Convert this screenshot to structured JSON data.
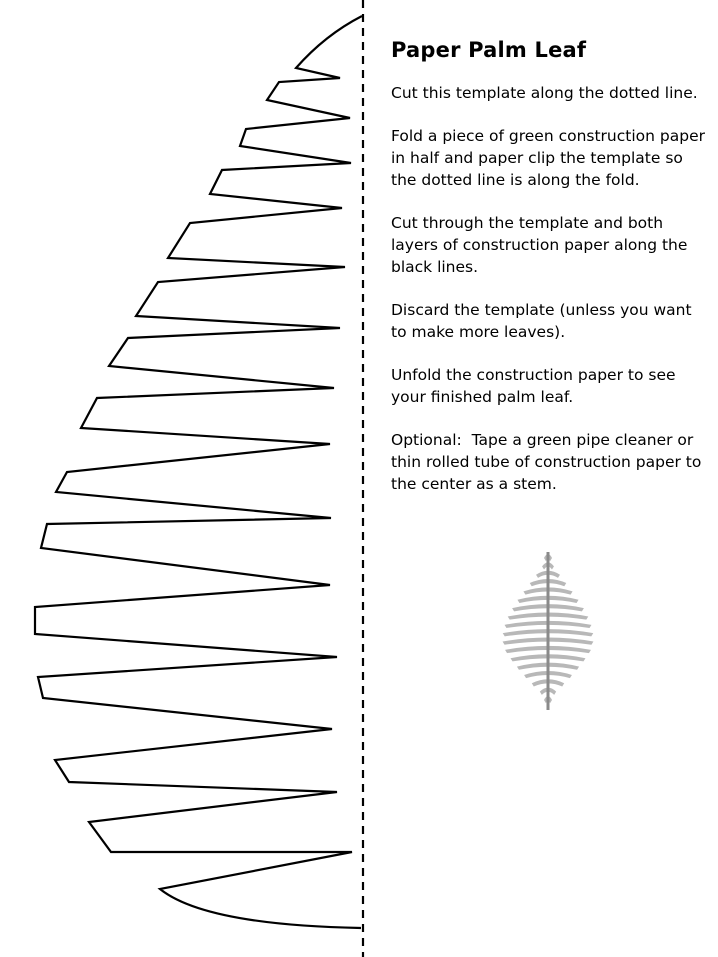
{
  "title": "Paper Palm Leaf",
  "steps": [
    "Cut this template along the dotted line.",
    "Fold a piece of green construction paper in half and paper clip the template so the dotted line is along the fold.",
    "Cut through the template and both layers of construction paper along the black lines.",
    "Discard the template (unless you want to make more leaves).",
    "Unfold the construction paper to see your finished palm leaf.",
    "Optional:  Tape a green pipe cleaner or thin rolled tube of construction paper to the center as a stem."
  ],
  "colors": {
    "line": "#000000",
    "preview_leaf": "#b8b8b8",
    "preview_stem": "#8a8a8a"
  }
}
